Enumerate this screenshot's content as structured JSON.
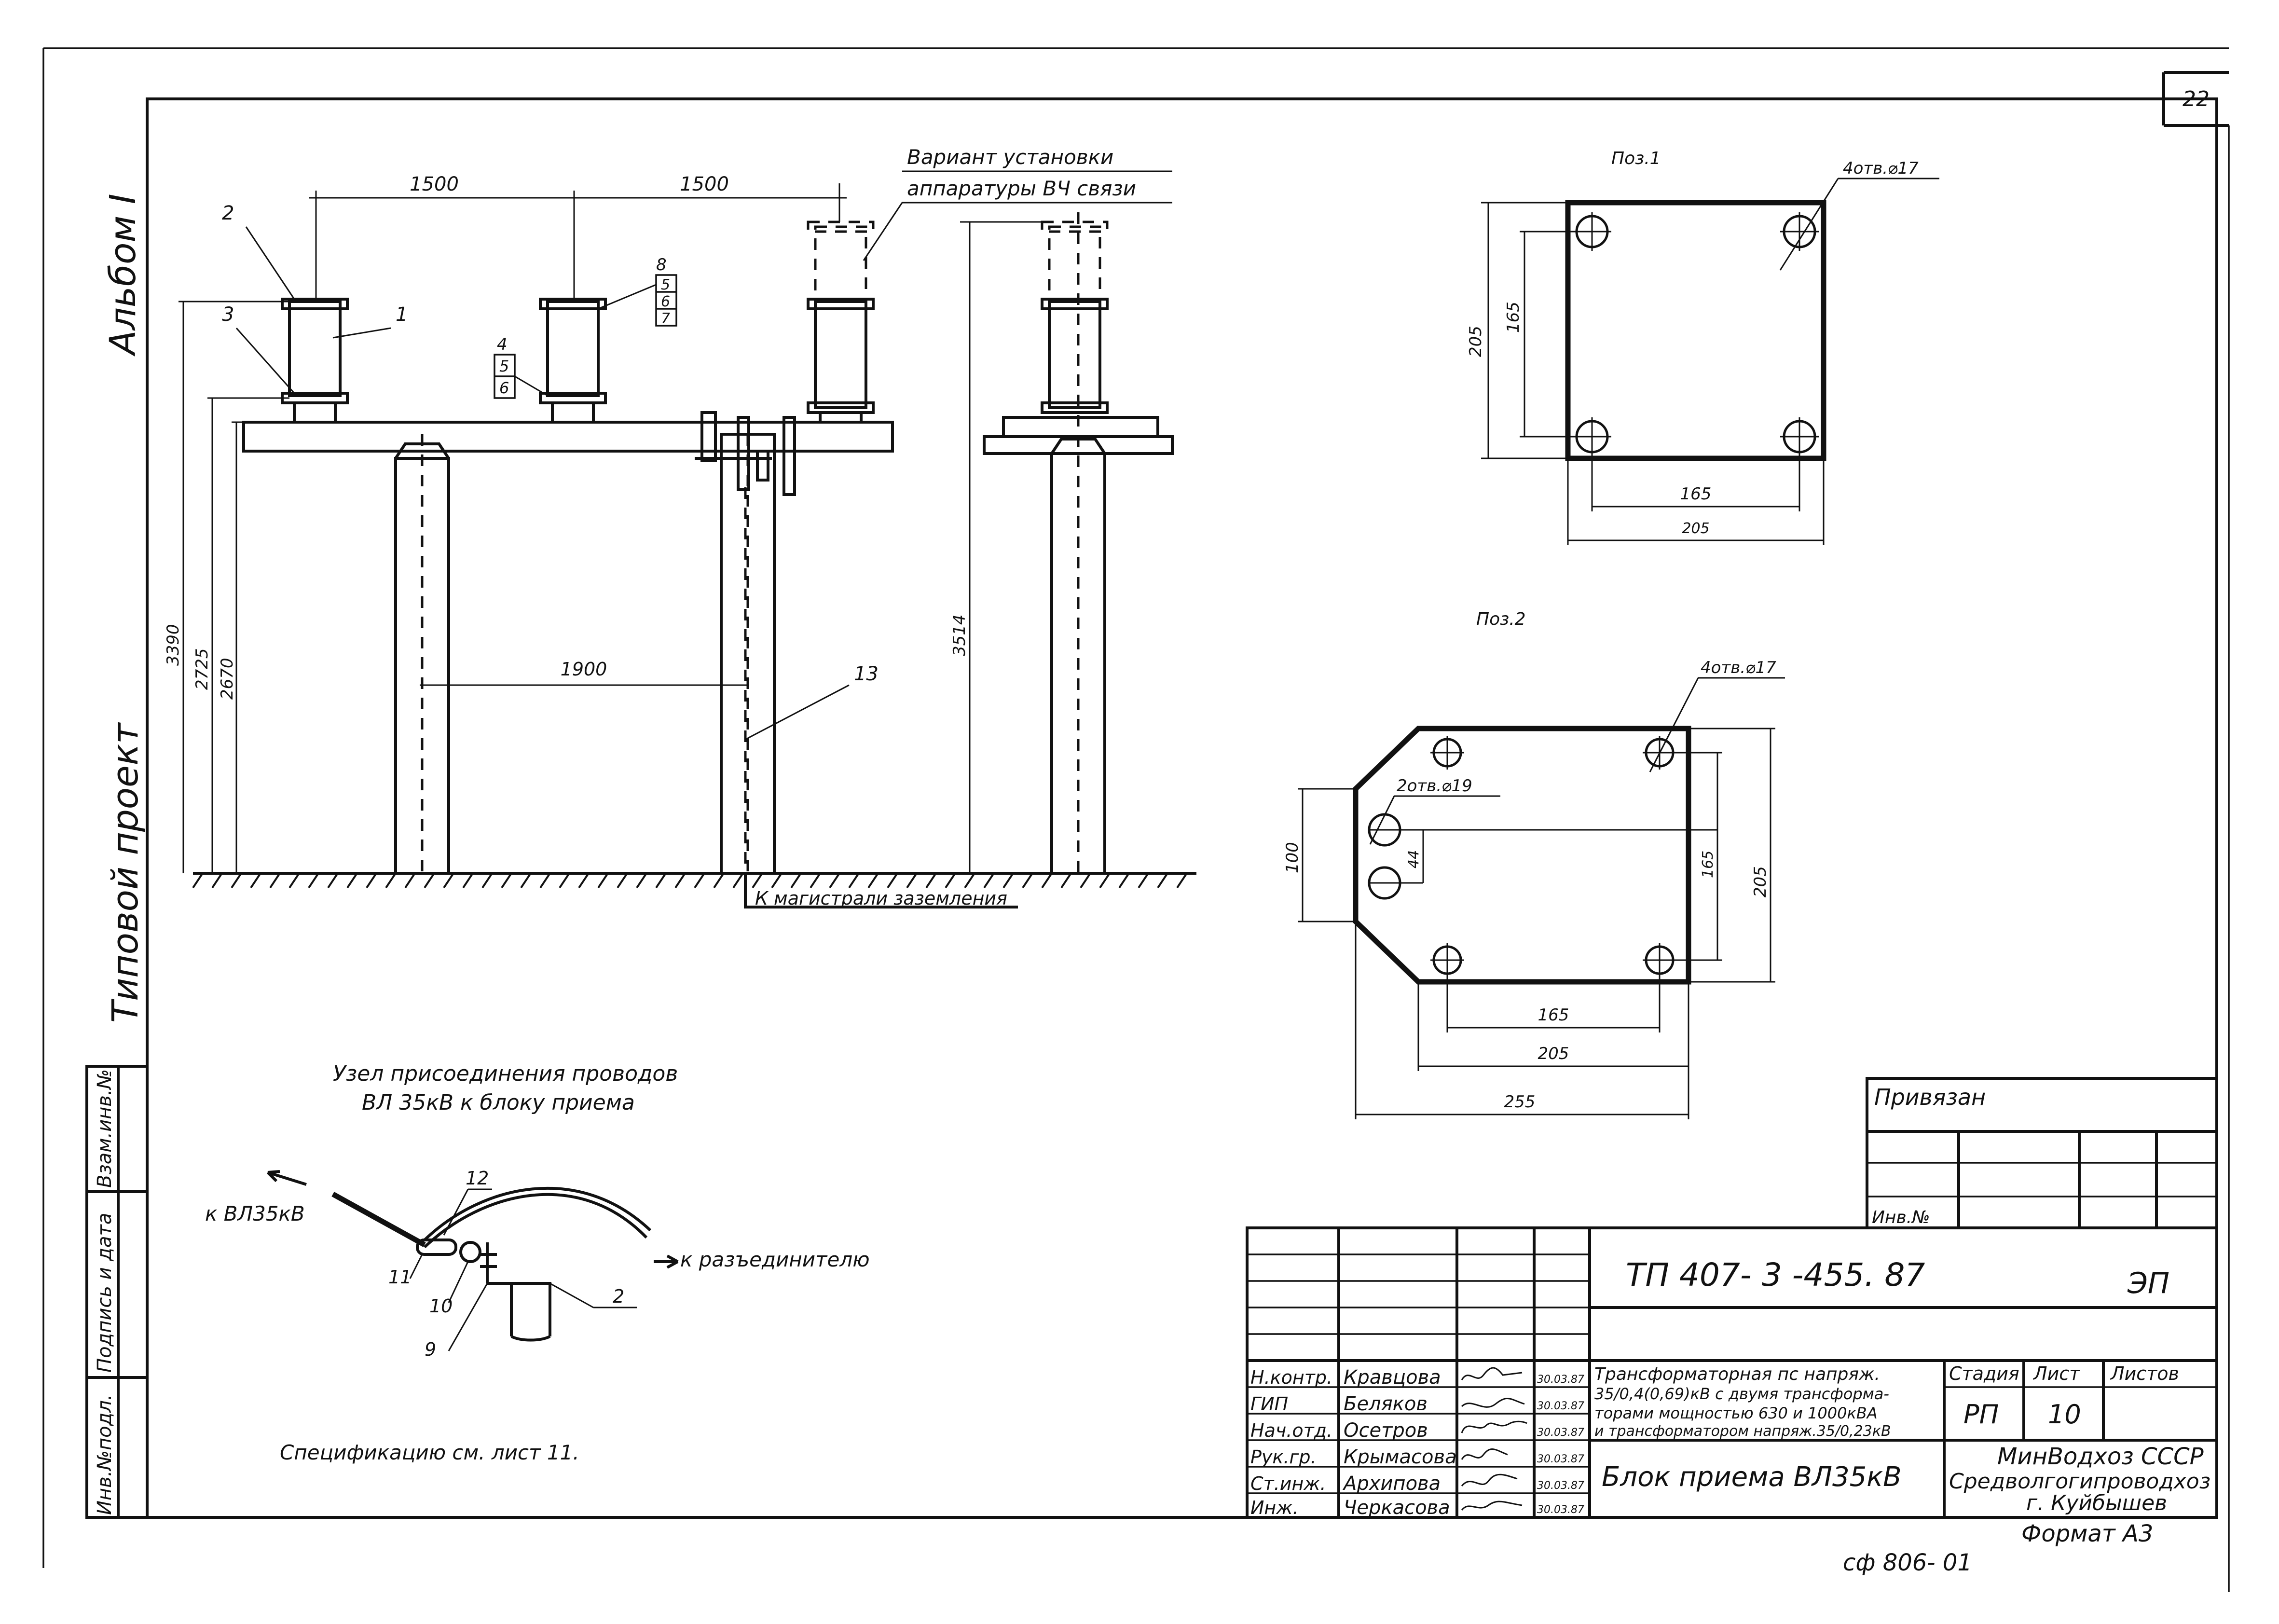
{
  "sheet_number": "22",
  "side_labels": {
    "album": "Альбом I",
    "typical_project": "Типовой проект"
  },
  "side_stamp": [
    "Инв.№подл.",
    "Подпись и дата",
    "Взам.инв.№"
  ],
  "front_view": {
    "note_line1": "Вариант установки",
    "note_line2": "аппаратуры ВЧ связи",
    "dims": {
      "span1": "1500",
      "span2": "1500",
      "h1": "3390",
      "h2": "2725",
      "h3": "2670",
      "h_side": "3514",
      "post_spacing": "1900"
    },
    "markers": [
      "1",
      "2",
      "3",
      "4",
      "5",
      "6",
      "8",
      "5",
      "6",
      "7",
      "13"
    ],
    "ground_note": "К магистрали заземления"
  },
  "pos1": {
    "title": "Поз.1",
    "holes": "4отв.⌀17",
    "dims": {
      "outer_h": "205",
      "inner_h": "165",
      "inner_w": "165",
      "outer_w": "205"
    }
  },
  "pos2": {
    "title": "Поз.2",
    "holes_a": "4отв.⌀17",
    "holes_b": "2отв.⌀19",
    "dims": {
      "left_h": "100",
      "small": "44",
      "inner_h": "165",
      "outer_h": "205",
      "w1": "165",
      "w2": "205",
      "w3": "255"
    }
  },
  "node": {
    "title_line1": "Узел присоединения проводов",
    "title_line2": "ВЛ 35кВ к блоку приема",
    "left_label": "к ВЛ35кВ",
    "right_label": "к разъединителю",
    "markers": [
      "12",
      "11",
      "10",
      "9",
      "2"
    ]
  },
  "spec_note": "Спецификацию см. лист 11.",
  "binding": {
    "title": "Привязан",
    "inv": "Инв.№"
  },
  "title_block": {
    "code": "ТП   407- 3 -455. 87",
    "section": "ЭП",
    "description": "Трансформаторная пс напряж. 35/0,4(0,69)кВ с двумя трансформаторами мощностью 630 и 1000кВА и трансформатором напряж.35/0,23кВ",
    "description_lines": [
      "Трансформаторная пс напряж.",
      "35/0,4(0,69)кВ с двумя трансформа-",
      "торами мощностью 630 и 1000кВА",
      "и трансформатором напряж.35/0,23кВ"
    ],
    "sheet_name": "Блок приема  ВЛ35кВ",
    "stage_label": "Стадия",
    "sheet_label": "Лист",
    "sheets_label": "Листов",
    "stage": "РП",
    "sheet": "10",
    "organization": [
      "МинВодхоз СССР",
      "Средволгогипроводхоз",
      "г. Куйбышев"
    ],
    "format": "Формат А3",
    "signers": [
      {
        "role": "Н.контр.",
        "name": "Кравцова",
        "date": "30.03.87"
      },
      {
        "role": "ГИП",
        "name": "Беляков",
        "date": "30.03.87"
      },
      {
        "role": "Нач.отд.",
        "name": "Осетров",
        "date": "30.03.87"
      },
      {
        "role": "Рук.гр.",
        "name": "Крымасова",
        "date": "30.03.87"
      },
      {
        "role": "Ст.инж.",
        "name": "Архипова",
        "date": "30.03.87"
      },
      {
        "role": "Инж.",
        "name": "Черкасова",
        "date": "30.03.87"
      }
    ]
  },
  "bottom_code": "сф 806- 01"
}
